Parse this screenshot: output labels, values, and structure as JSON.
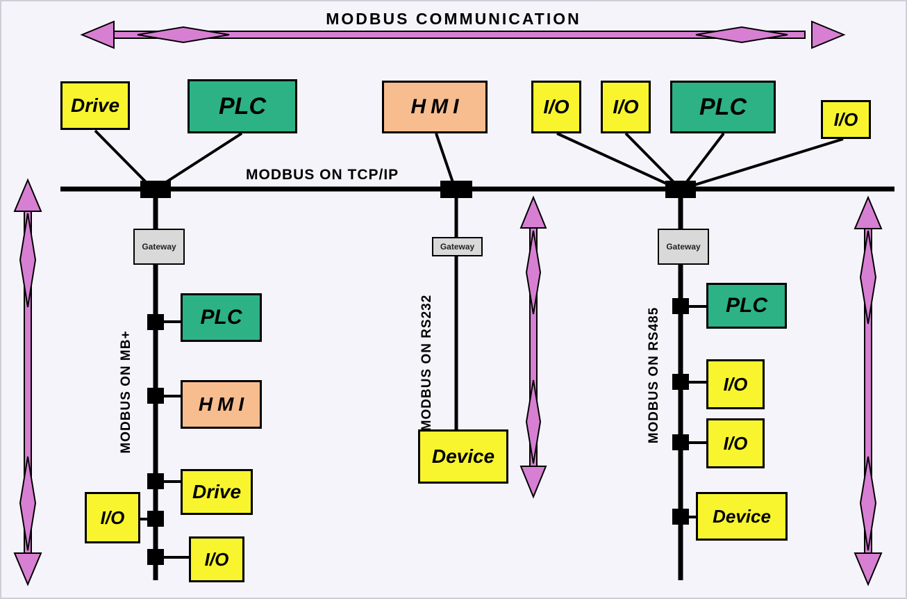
{
  "title": "MODBUS COMMUNICATION",
  "bus": {
    "label": "MODBUS ON TCP/IP"
  },
  "segments": {
    "left": {
      "label": "MODBUS ON MB+"
    },
    "middle": {
      "label": "MODBUS ON RS232"
    },
    "right": {
      "label": "MODBUS ON RS485"
    }
  },
  "gateways": [
    {
      "label": "Gateway"
    },
    {
      "label": "Gateway"
    },
    {
      "label": "Gateway"
    }
  ],
  "devices": {
    "top": [
      {
        "label": "Drive",
        "type": "drive"
      },
      {
        "label": "PLC",
        "type": "plc"
      },
      {
        "label": "HMI",
        "type": "hmi"
      },
      {
        "label": "I/O",
        "type": "io"
      },
      {
        "label": "I/O",
        "type": "io"
      },
      {
        "label": "PLC",
        "type": "plc"
      },
      {
        "label": "I/O",
        "type": "io"
      }
    ],
    "left_branch": [
      {
        "label": "PLC",
        "type": "plc"
      },
      {
        "label": "HMI",
        "type": "hmi"
      },
      {
        "label": "Drive",
        "type": "drive"
      },
      {
        "label": "I/O",
        "type": "io"
      },
      {
        "label": "I/O",
        "type": "io"
      }
    ],
    "middle_branch": [
      {
        "label": "Device",
        "type": "device"
      }
    ],
    "right_branch": [
      {
        "label": "PLC",
        "type": "plc"
      },
      {
        "label": "I/O",
        "type": "io"
      },
      {
        "label": "I/O",
        "type": "io"
      },
      {
        "label": "Device",
        "type": "device"
      }
    ]
  },
  "colors": {
    "device_fill_yellow": "#f8f52e",
    "plc_fill_green": "#2db286",
    "hmi_fill_orange": "#f7bd8f",
    "gateway_fill_gray": "#d9d9d9",
    "arrow_fill_pink": "#d77fd2",
    "wire_black": "#000000",
    "background": "#f5f4fb"
  }
}
